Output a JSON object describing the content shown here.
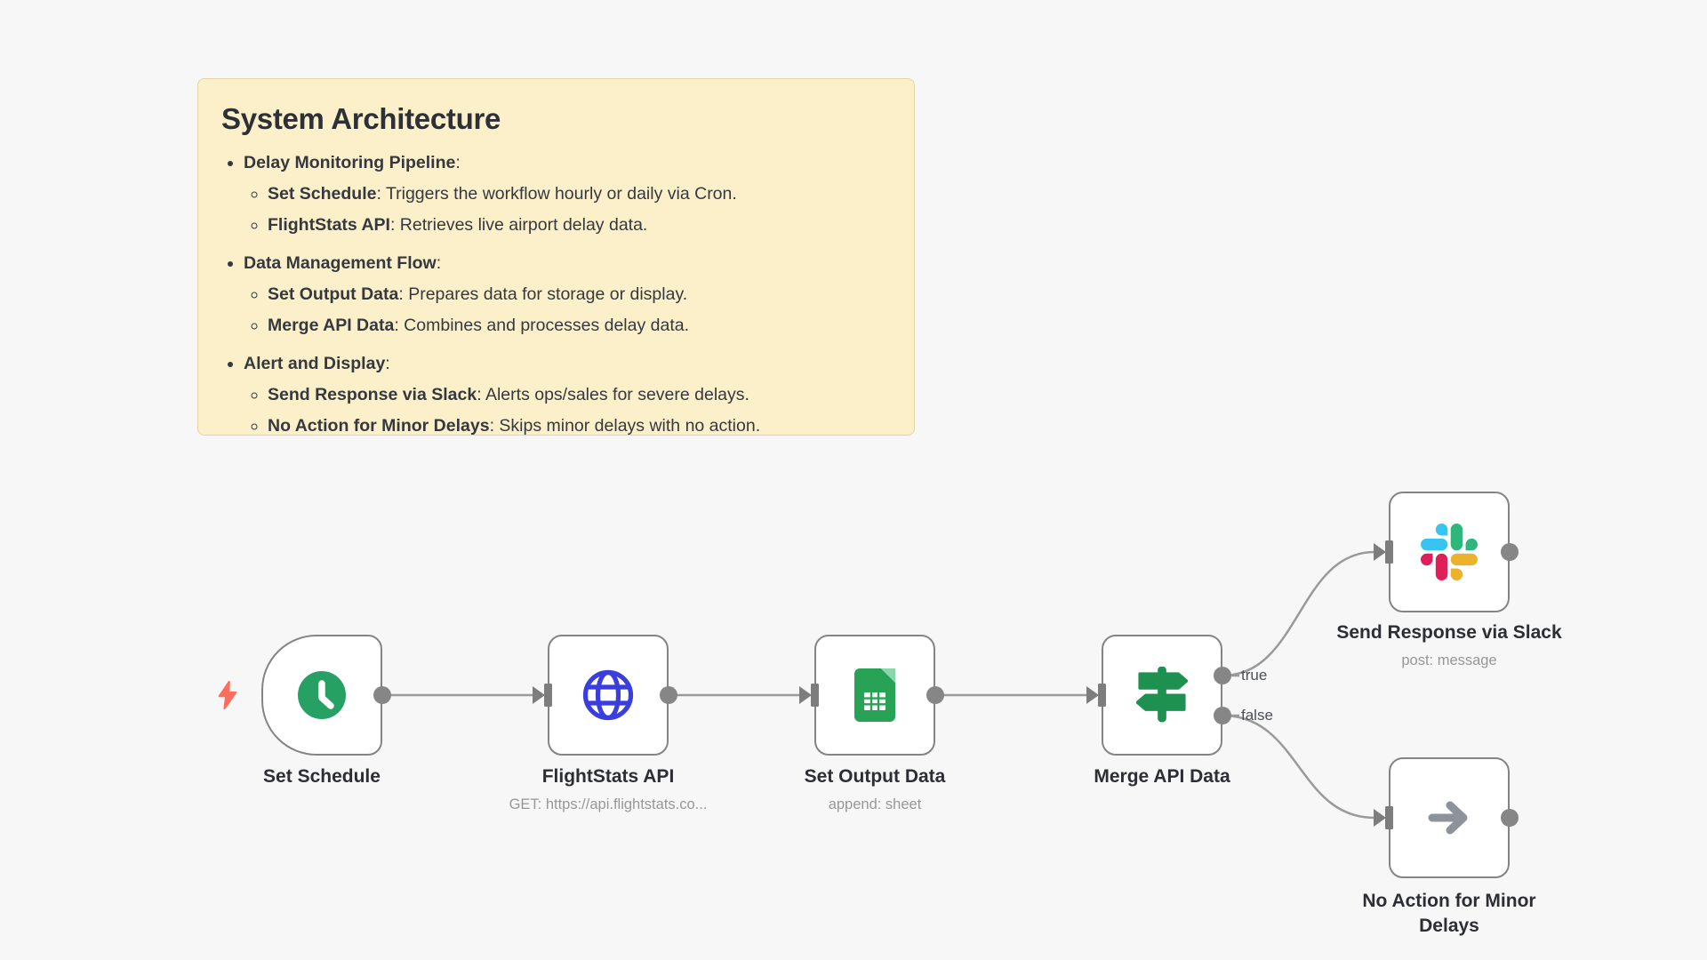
{
  "colors": {
    "background": "#f7f7f8",
    "note_bg": "#fcf0cb",
    "note_border": "#e3d4a3",
    "node_border": "#848484",
    "connector_gray": "#868686",
    "line_gray": "#9a9a9a",
    "label_dark": "#2c2e33",
    "subtitle_gray": "#979797",
    "clock_green": "#27a163",
    "globe_blue": "#3a3edd",
    "sheets_green": "#28a356",
    "sheets_fold": "#8ad6ab",
    "signpost_green": "#1e9150",
    "noop_arrow_gray": "#8e939b",
    "lightning_coral": "#ff6d5c",
    "slack_blue": "#36c5f0",
    "slack_green": "#2eb67d",
    "slack_red": "#e01e5a",
    "slack_yellow": "#ecb22e"
  },
  "note": {
    "title": "System Architecture",
    "sections": [
      {
        "heading": "Delay Monitoring Pipeline",
        "colon": ":",
        "items": [
          {
            "name": "Set Schedule",
            "sep": ": ",
            "desc": "Triggers the workflow hourly or daily via Cron."
          },
          {
            "name": "FlightStats API",
            "sep": ": ",
            "desc": "Retrieves live airport delay data."
          }
        ]
      },
      {
        "heading": "Data Management Flow",
        "colon": ":",
        "items": [
          {
            "name": "Set Output Data",
            "sep": ": ",
            "desc": "Prepares data for storage or display."
          },
          {
            "name": "Merge API Data",
            "sep": ": ",
            "desc": "Combines and processes delay data."
          }
        ]
      },
      {
        "heading": "Alert and Display",
        "colon": ":",
        "items": [
          {
            "name": "Send Response via Slack",
            "sep": ": ",
            "desc": "Alerts ops/sales for severe delays."
          },
          {
            "name": "No Action for Minor Delays",
            "sep": ": ",
            "desc": "Skips minor delays with no action."
          }
        ]
      }
    ]
  },
  "workflow": {
    "nodes": [
      {
        "label": "Set Schedule",
        "subtitle": "",
        "icon": "clock-icon"
      },
      {
        "label": "FlightStats API",
        "subtitle": "GET: https://api.flightstats.co...",
        "icon": "globe-icon"
      },
      {
        "label": "Set Output Data",
        "subtitle": "append: sheet",
        "icon": "sheets-icon"
      },
      {
        "label": "Merge API Data",
        "subtitle": "",
        "icon": "signpost-icon"
      },
      {
        "label": "Send Response via Slack",
        "subtitle": "post: message",
        "icon": "slack-icon"
      },
      {
        "label": "No Action for Minor Delays",
        "subtitle": "",
        "icon": "arrow-right-icon"
      }
    ],
    "branch_labels": {
      "true": "true",
      "false": "false"
    }
  }
}
